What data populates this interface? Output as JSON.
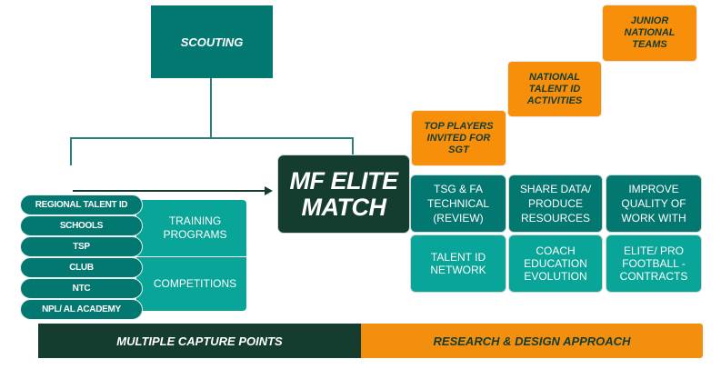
{
  "scouting": {
    "label": "SCOUTING"
  },
  "center": {
    "line1": "MF ELITE",
    "line2": "MATCH"
  },
  "capture_points": [
    {
      "label": "REGIONAL TALENT ID"
    },
    {
      "label": "SCHOOLS"
    },
    {
      "label": "TSP"
    },
    {
      "label": "CLUB"
    },
    {
      "label": "NTC"
    },
    {
      "label": "NPL/ AL ACADEMY"
    }
  ],
  "groups": {
    "training": {
      "line1": "TRAINING",
      "line2": "PROGRAMS"
    },
    "competitions": {
      "label": "COMPETITIONS"
    }
  },
  "pathway": [
    {
      "lines": [
        "TOP PLAYERS",
        "INVITED FOR",
        "SGT"
      ]
    },
    {
      "lines": [
        "NATIONAL",
        "TALENT ID",
        "ACTIVITIES"
      ]
    },
    {
      "lines": [
        "JUNIOR",
        "NATIONAL",
        "TEAMS"
      ]
    }
  ],
  "outcomes_row1": [
    {
      "lines": [
        "TSG & FA",
        "TECHNICAL",
        "(REVIEW)"
      ]
    },
    {
      "lines": [
        "SHARE DATA/",
        "PRODUCE",
        "RESOURCES"
      ]
    },
    {
      "lines": [
        "IMPROVE",
        "QUALITY OF",
        "WORK WITH"
      ]
    }
  ],
  "outcomes_row2": [
    {
      "lines": [
        "TALENT ID",
        "NETWORK"
      ]
    },
    {
      "lines": [
        "COACH",
        "EDUCATION",
        "EVOLUTION"
      ]
    },
    {
      "lines": [
        "ELITE/ PRO",
        "FOOTBALL -",
        "CONTRACTS"
      ]
    }
  ],
  "footer": {
    "left": "MULTIPLE CAPTURE POINTS",
    "right": "RESEARCH & DESIGN APPROACH"
  },
  "colors": {
    "dark_green": "#143d30",
    "teal": "#037870",
    "light_teal": "#08a598",
    "orange": "#f78f0a"
  }
}
